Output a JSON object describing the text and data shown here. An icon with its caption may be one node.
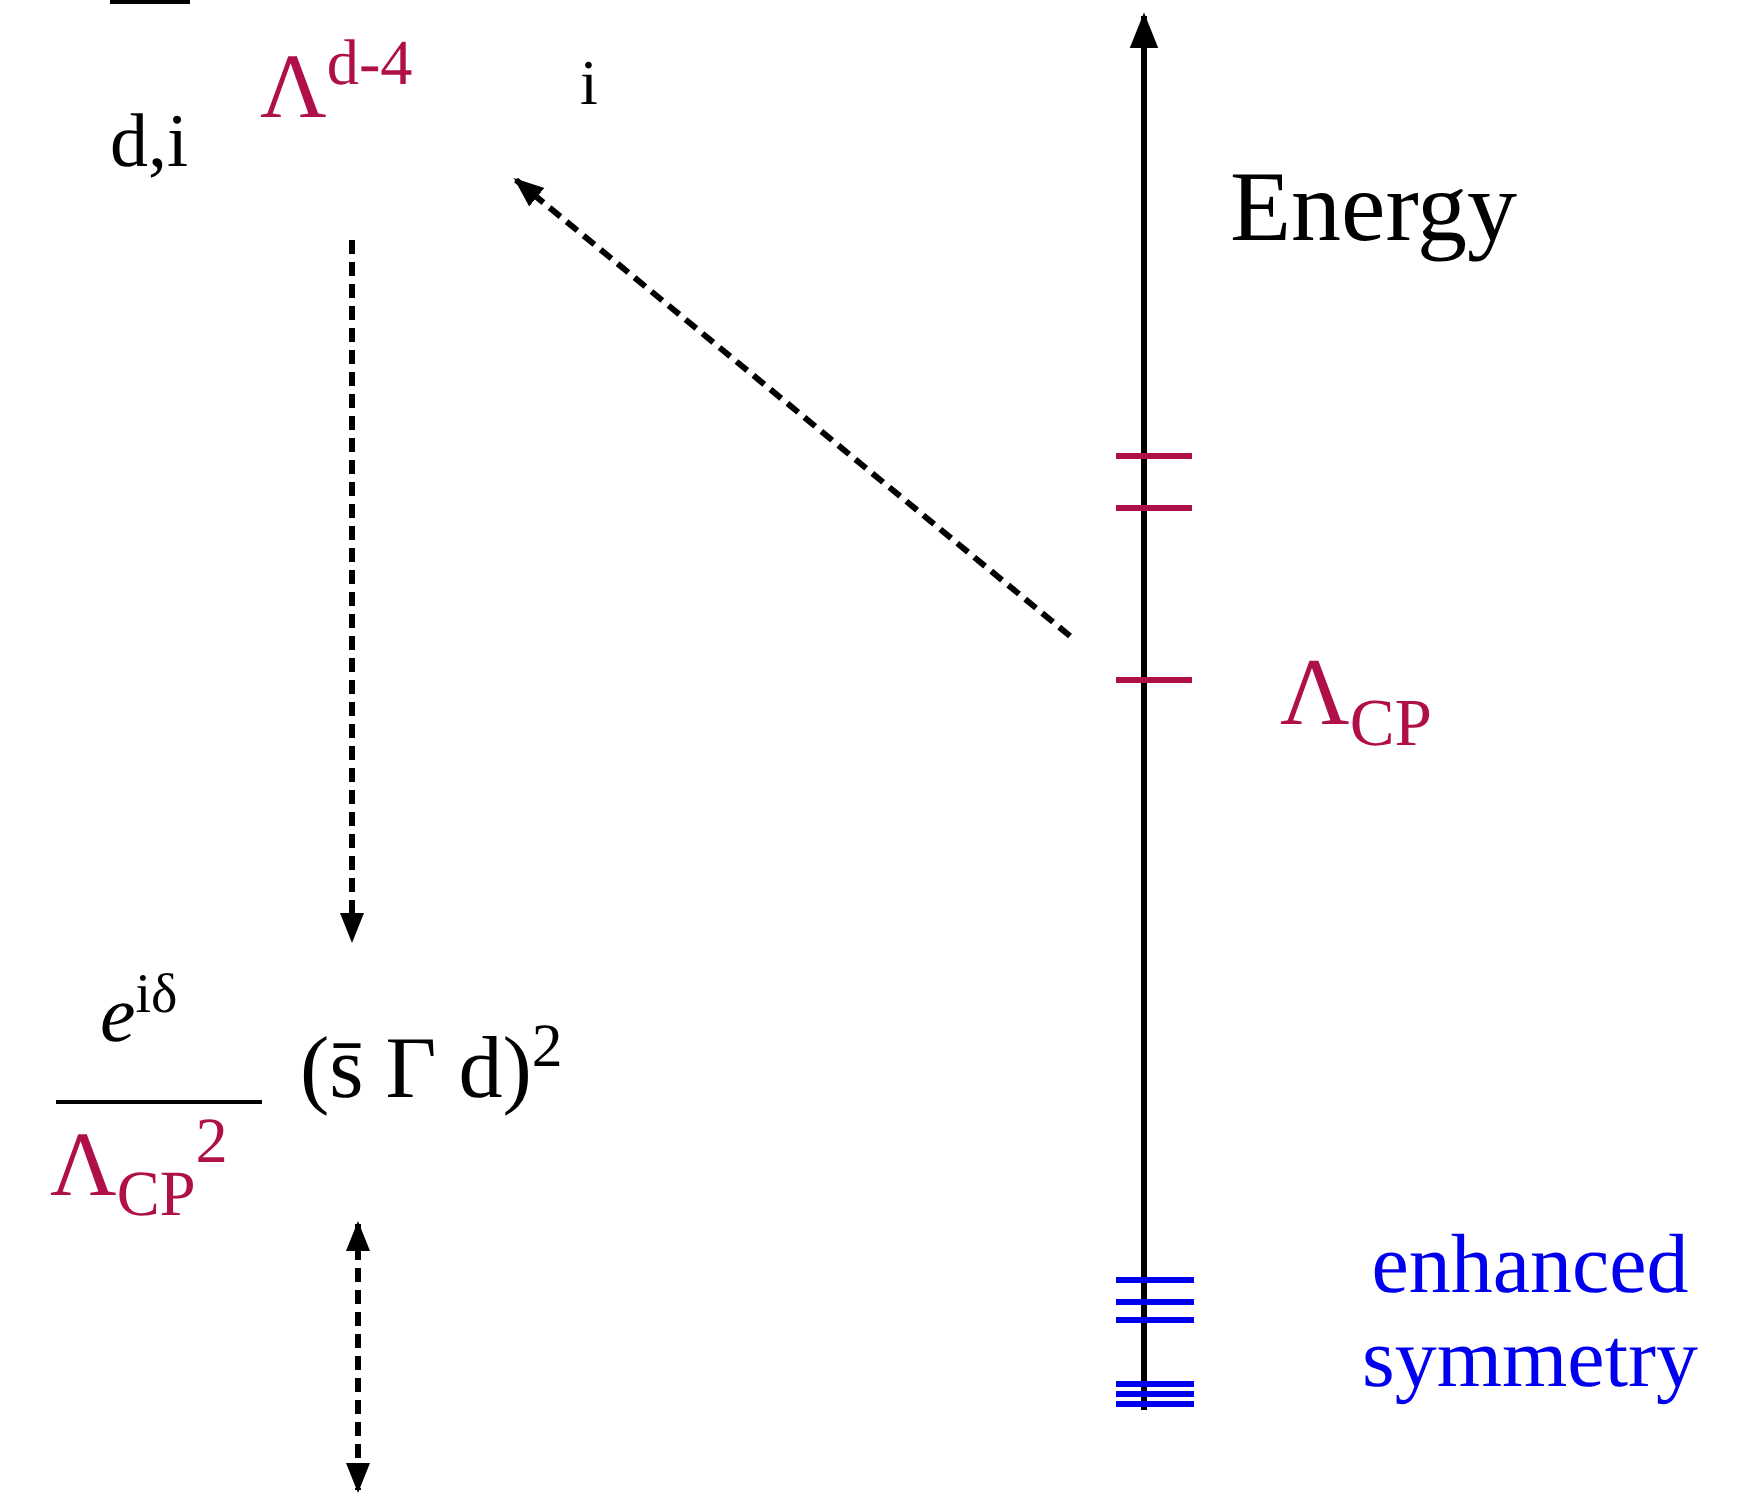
{
  "diagram": {
    "nodes": [
      {
        "text": [
          "d,i",
          "Λ$^{d-4}$",
          "i"
        ]
      },
      {
        "text": [
          "Λ$_{CP}$"
        ]
      },
      {
        "text": [
          "*e*$^{iδ}$",
          "Λ$_{CP}$$^{2}$",
          "(s̄ Γ d)$^{2}$"
        ]
      }
    ],
    "edges": [
      {
        "from": 1,
        "to": 0,
        "arrow": "to",
        "style": "dashed"
      },
      {
        "from": 0,
        "to": 2,
        "arrow": "to",
        "style": "dashed"
      },
      {
        "from": 2,
        "to": null,
        "arrow": "both",
        "style": "dashed"
      }
    ],
    "labels": [
      "Energy",
      "enhanced symmetry"
    ]
  }
}
